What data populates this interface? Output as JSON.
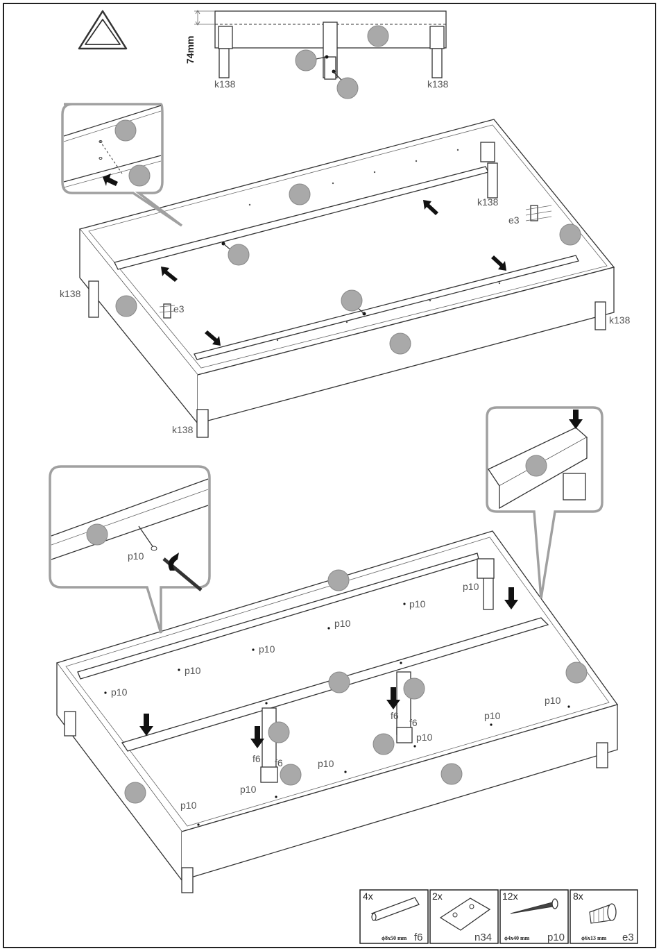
{
  "labels": {
    "dimension": "74mm",
    "leg_code": "k138",
    "dowel_code": "f6",
    "screw_code": "p10",
    "plate_screw_code": "e3"
  },
  "parts": [
    {
      "qty": "4x",
      "spec": "ϕ8x50 mm",
      "code": "f6",
      "icon": "dowel-icon"
    },
    {
      "qty": "2x",
      "spec": "",
      "code": "n34",
      "icon": "bracket-plate-icon"
    },
    {
      "qty": "12x",
      "spec": "ϕ4x40 mm",
      "code": "p10",
      "icon": "wood-screw-icon"
    },
    {
      "qty": "8x",
      "spec": "ϕ6x13 mm",
      "code": "e3",
      "icon": "euro-screw-icon"
    }
  ],
  "colors": {
    "placeholder_circle": "#a9a9a9",
    "callout_border": "#a0a0a0",
    "line": "#333333"
  }
}
